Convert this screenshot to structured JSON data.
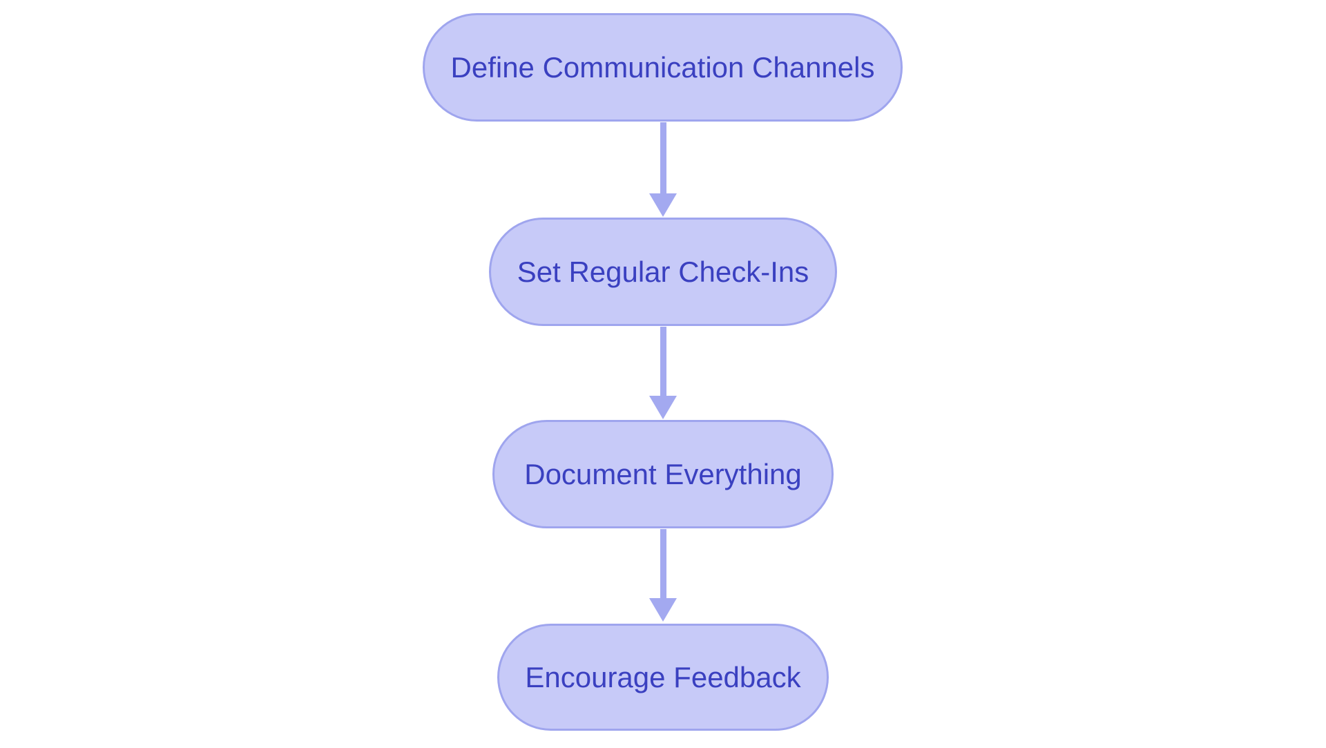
{
  "diagram": {
    "type": "flowchart",
    "direction": "top-down",
    "background_color": "#ffffff",
    "node_fill_color": "#c7caf8",
    "node_border_color": "#9fa5ee",
    "node_text_color": "#3a40c0",
    "arrow_color": "#a3a9f0",
    "nodes": [
      {
        "id": "n1",
        "label": "Define Communication Channels"
      },
      {
        "id": "n2",
        "label": "Set Regular Check-Ins"
      },
      {
        "id": "n3",
        "label": "Document Everything"
      },
      {
        "id": "n4",
        "label": "Encourage Feedback"
      }
    ],
    "edges": [
      {
        "from": "n1",
        "to": "n2"
      },
      {
        "from": "n2",
        "to": "n3"
      },
      {
        "from": "n3",
        "to": "n4"
      }
    ]
  }
}
